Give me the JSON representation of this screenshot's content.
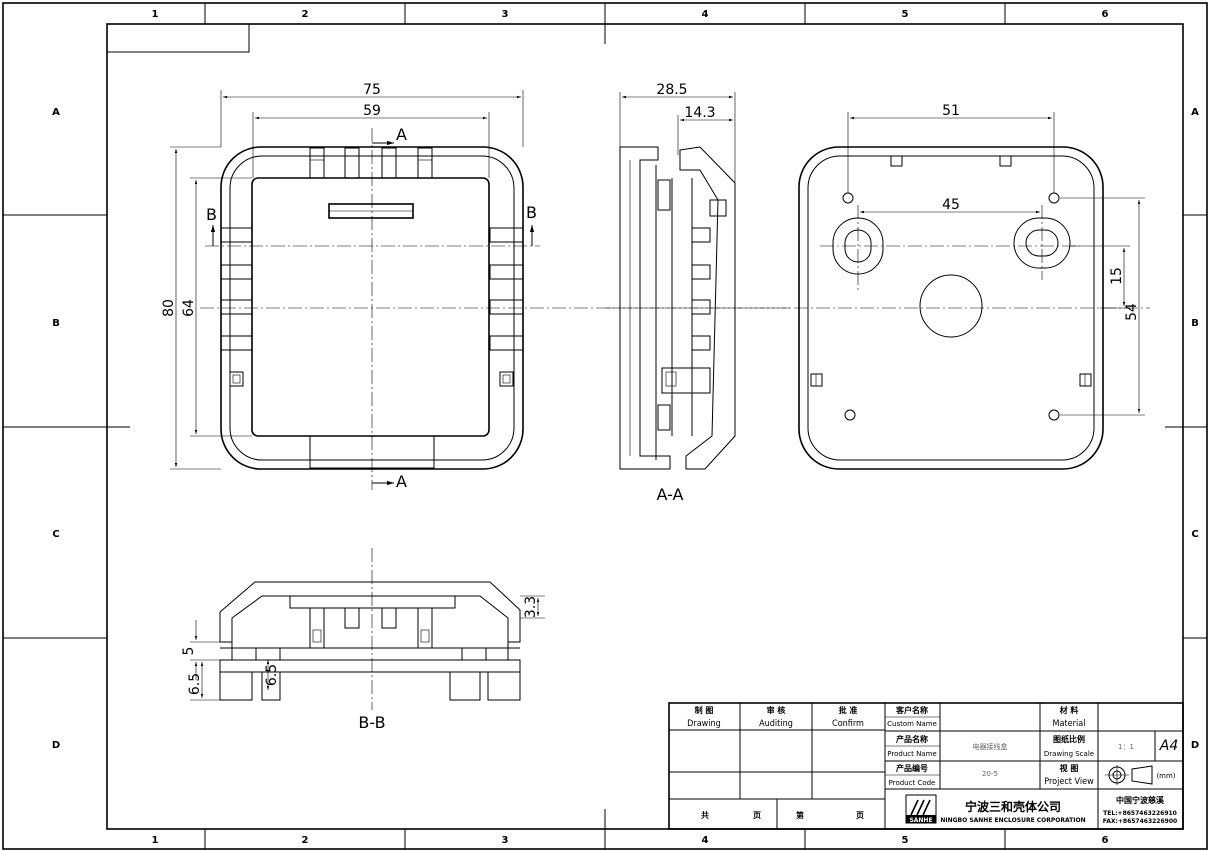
{
  "grid": {
    "columns": [
      "1",
      "2",
      "3",
      "4",
      "5",
      "6"
    ],
    "rows": [
      "A",
      "B",
      "C",
      "D"
    ]
  },
  "dimensions": {
    "front_width_outer": "75",
    "front_width_inner": "59",
    "front_height_outer": "80",
    "front_height_inner": "64",
    "side_depth_total": "28.5",
    "side_depth_step": "14.3",
    "back_hole_span": "51",
    "back_slot_span": "45",
    "back_slot_offset": "15",
    "back_hole_vspan": "54",
    "bb_top_step": "3.3",
    "bb_wall": "5",
    "bb_base": "6.5",
    "bb_inner": "6.5"
  },
  "section_marks": {
    "a": "A",
    "b": "B"
  },
  "view_labels": {
    "section_aa": "A-A",
    "section_bb": "B-B"
  },
  "title_block": {
    "drawing_cn": "制 图",
    "drawing_en": "Drawing",
    "auditing_cn": "审 核",
    "auditing_en": "Auditing",
    "confirm_cn": "批 准",
    "confirm_en": "Confirm",
    "custom_name_cn": "客户名称",
    "custom_name_en": "Custom Name",
    "product_name_cn": "产品名称",
    "product_name_en": "Product Name",
    "product_name_value": "电器接线盒",
    "product_code_cn": "产品编号",
    "product_code_en": "Product Code",
    "product_code_value": "20-5",
    "material_cn": "材 料",
    "material_en": "Material",
    "scale_cn": "图纸比例",
    "scale_en": "Drawing Scale",
    "scale_value": "1：1",
    "paper_size": "A4",
    "view_cn": "视 图",
    "view_en": "Project View",
    "unit": "(mm)",
    "sheets_total": "共",
    "sheets_page1": "页",
    "sheets_no": "第",
    "sheets_page2": "页",
    "company_logo_text": "SANHE",
    "company_cn": "宁波三和壳体公司",
    "company_en": "NINGBO SANHE ENCLOSURE CORPORATION",
    "contact_title": "中国宁波慈溪",
    "tel": "TEL:+8657463226910",
    "fax": "FAX:+8657463226900"
  }
}
